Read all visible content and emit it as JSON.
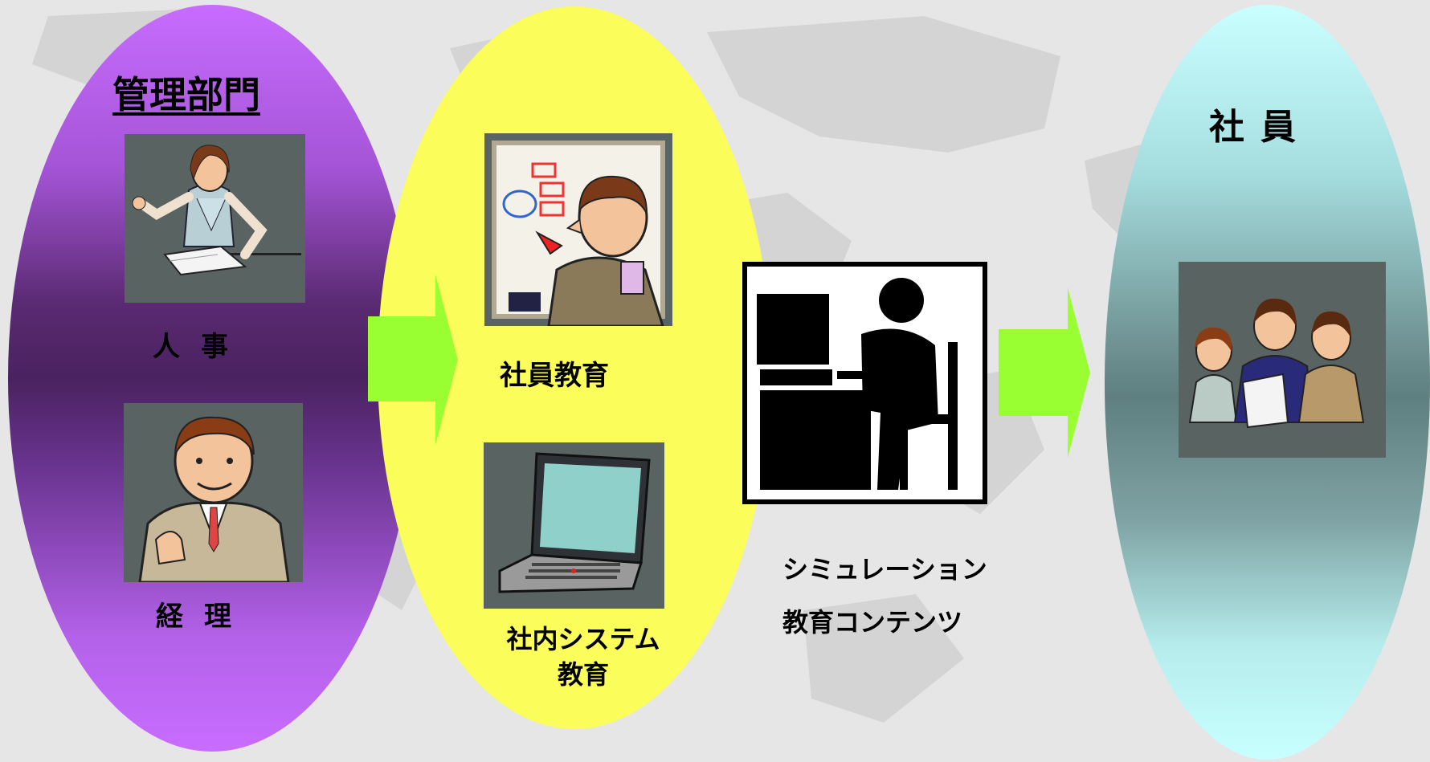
{
  "admin": {
    "title": "管理部門",
    "hr_label": "人事",
    "accounting_label": "経理"
  },
  "education": {
    "employee_education_label": "社員教育",
    "system_education_line1": "社内システム",
    "system_education_line2": "教育"
  },
  "content": {
    "line1": "シミュレーション",
    "line2": "教育コンテンツ"
  },
  "employees": {
    "title": "社員"
  },
  "colors": {
    "admin_ellipse": "#c86cff",
    "education_ellipse": "#fbfd5a",
    "employee_ellipse": "#caffff",
    "arrow": "#99ff33",
    "icon_tile": "#596361"
  },
  "icons": [
    "woman-presenter-icon",
    "businessman-icon",
    "teacher-whiteboard-icon",
    "laptop-icon",
    "computer-user-icon",
    "employee-group-icon",
    "right-arrow-icon"
  ]
}
